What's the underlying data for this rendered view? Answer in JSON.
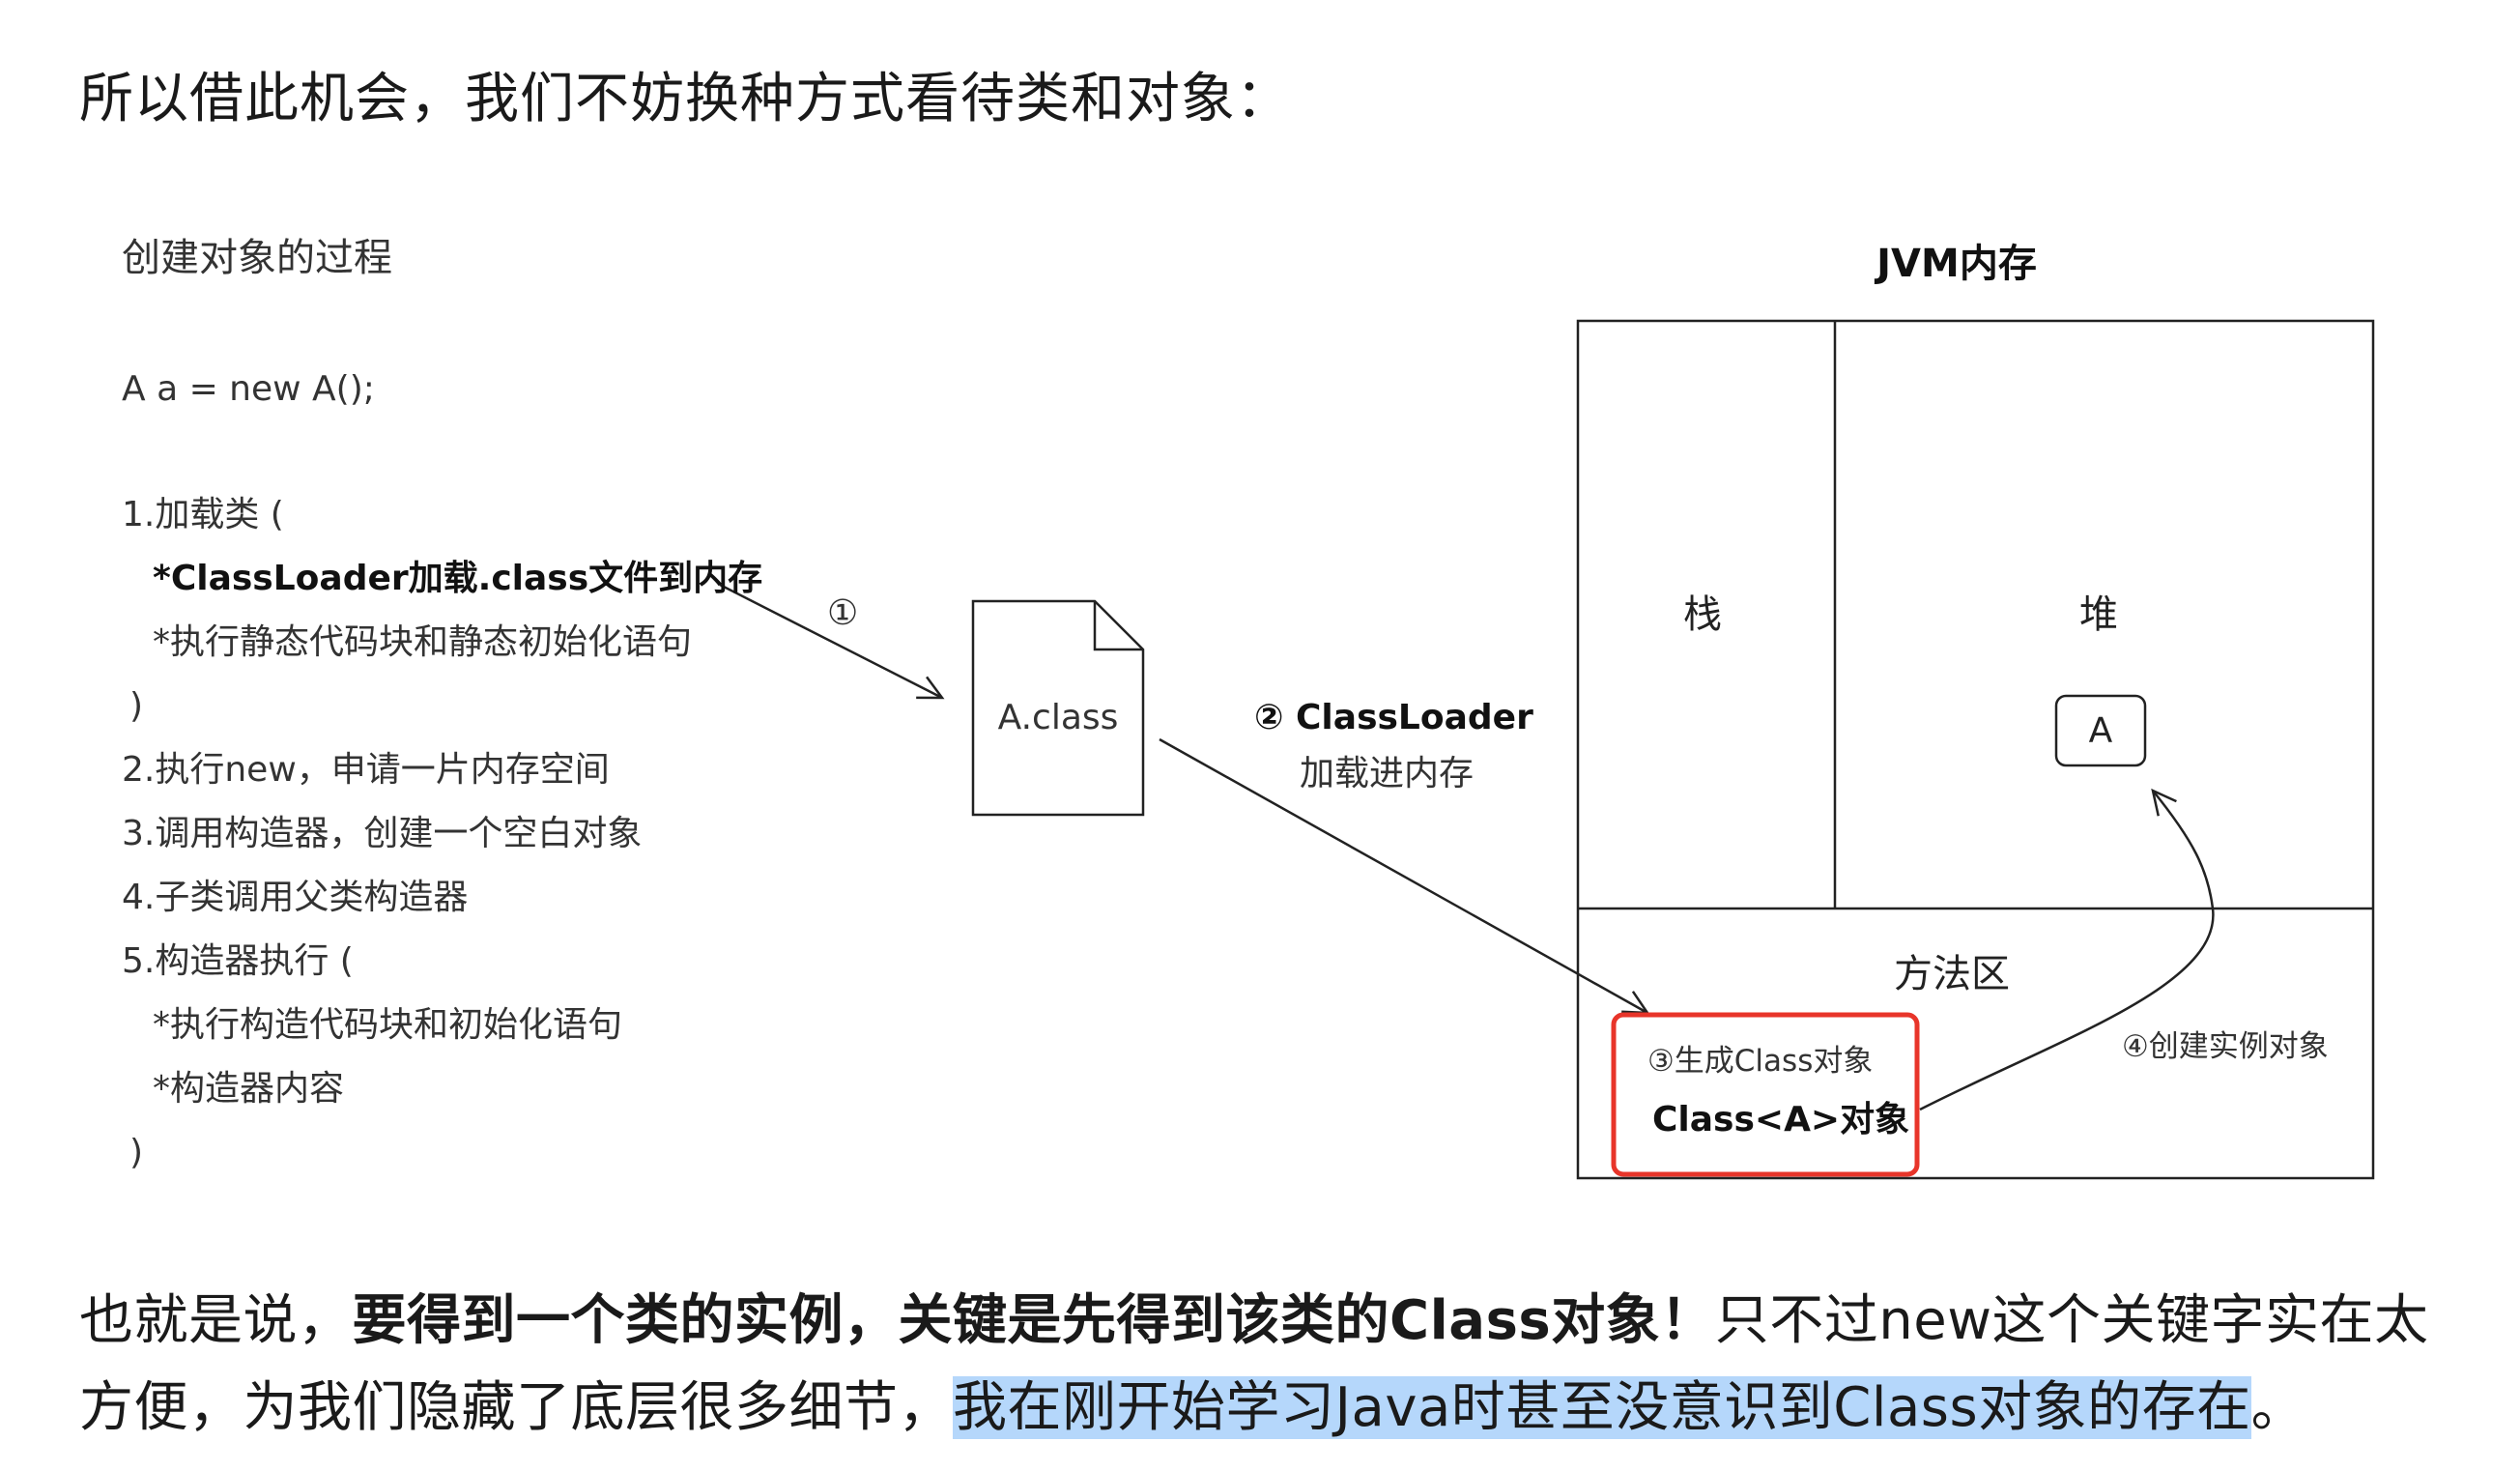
{
  "intro_text": "所以借此机会，我们不妨换种方式看待类和对象：",
  "diagram": {
    "title_left": "创建对象的过程",
    "code": "A a = new A();",
    "steps": [
      "1.加载类 (",
      "*ClassLoader加载.class文件到内存",
      "*执行静态代码块和静态初始化语句",
      ")",
      "2.执行new，申请一片内存空间",
      "3.调用构造器，创建一个空白对象",
      "4.子类调用父类构造器",
      "5.构造器执行 (",
      "*执行构造代码块和初始化语句",
      "*构造器内容",
      ")"
    ],
    "arrow1_label": "①",
    "file_label": "A.class",
    "arrow2_label": "② ClassLoader",
    "arrow2_sub": "加载进内存",
    "jvm_title": "JVM内存",
    "stack_label": "栈",
    "heap_label": "堆",
    "heap_object": "A",
    "method_area_label": "方法区",
    "class_obj_note": "③生成Class对象",
    "class_obj_label": "Class<A>对象",
    "arrow4_label": "④创建实例对象",
    "colors": {
      "highlight_border": "#e8352a",
      "line": "#222222"
    }
  },
  "paragraph": {
    "p1": "也就是说，",
    "p1_bold": "要得到一个类的实例，关键是先得到该类的Class对象！",
    "p1_tail": "只不过new这个关键字实在太",
    "p2_head": "方便，为我们隐藏了底层很多细节，",
    "p2_highlight": "我在刚开始学习Java时甚至没意识到Class对象的存在",
    "p2_tail": "。",
    "highlight_color": "#b5d7fb"
  }
}
